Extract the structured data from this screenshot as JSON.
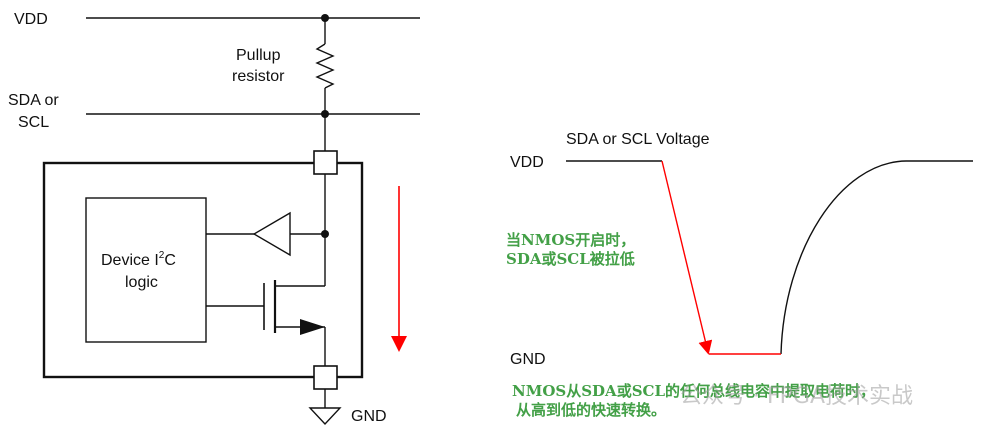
{
  "circuit": {
    "vdd_label": "VDD",
    "pullup_line1": "Pullup",
    "pullup_line2": "resistor",
    "bus_line1": "SDA or",
    "bus_line2": "SCL",
    "device_prefix": "Device I",
    "device_sup": "2",
    "device_suffix": "C",
    "device_line2": "logic",
    "gnd_label": "GND"
  },
  "waveform": {
    "title": "SDA or SCL Voltage",
    "vdd_label": "VDD",
    "gnd_label": "GND",
    "note_pull_low_1": "当NMOS开启时，",
    "note_pull_low_2": "SDA或SCL被拉低",
    "note_discharge_1": "NMOS从SDA或SCL的任何总线电容中提取电荷时，",
    "note_discharge_2": "从高到低的快速转换。"
  },
  "watermark": "公众号 · FPGA技术实战",
  "colors": {
    "wire": "#111111",
    "arrow": "#ff0000",
    "note": "#43a047"
  }
}
